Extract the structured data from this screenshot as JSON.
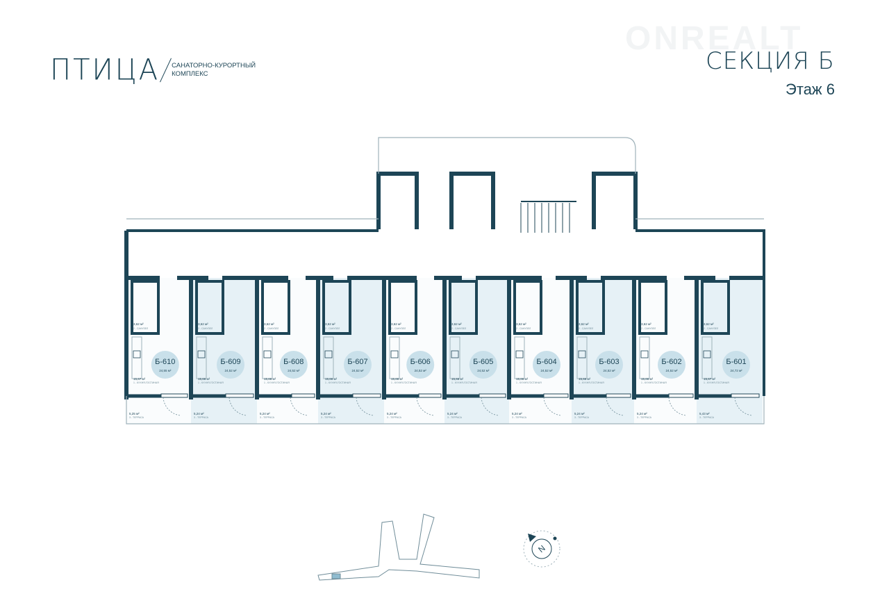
{
  "logo": {
    "wordmark": "ПТИЦА",
    "subtitle_line1": "САНАТОРНО-КУРОРТНЫЙ",
    "subtitle_line2": "КОМПЛЕКС"
  },
  "watermark": "ONREALT",
  "header": {
    "section": "СЕКЦИЯ Б",
    "floor": "Этаж 6"
  },
  "colors": {
    "wall": "#1d4556",
    "highlight": "#e6f1f6",
    "badge": "#c9e0ea"
  },
  "room_labels": {
    "kitchen": "1 - КУХНЯ-ГОСТИНАЯ",
    "bath": "2 - САНУЗЕЛ",
    "terrace": "3 - ТЕРРАСА"
  },
  "units": [
    {
      "id": "Б-610",
      "total": "24,55 м²",
      "kitchen": "15,67 м²",
      "bath": "3,62 м²",
      "terrace": "5,25 м²",
      "highlight": false
    },
    {
      "id": "Б-609",
      "total": "24,52 м²",
      "kitchen": "15,66 м²",
      "bath": "3,62 м²",
      "terrace": "5,24 м²",
      "highlight": true
    },
    {
      "id": "Б-608",
      "total": "24,52 м²",
      "kitchen": "15,66 м²",
      "bath": "3,62 м²",
      "terrace": "5,24 м²",
      "highlight": false
    },
    {
      "id": "Б-607",
      "total": "24,52 м²",
      "kitchen": "15,66 м²",
      "bath": "3,62 м²",
      "terrace": "5,24 м²",
      "highlight": true
    },
    {
      "id": "Б-606",
      "total": "24,52 м²",
      "kitchen": "15,66 м²",
      "bath": "3,62 м²",
      "terrace": "5,24 м²",
      "highlight": false
    },
    {
      "id": "Б-605",
      "total": "24,52 м²",
      "kitchen": "15,66 м²",
      "bath": "3,62 м²",
      "terrace": "5,24 м²",
      "highlight": true
    },
    {
      "id": "Б-604",
      "total": "24,52 м²",
      "kitchen": "15,66 м²",
      "bath": "3,62 м²",
      "terrace": "5,24 м²",
      "highlight": false
    },
    {
      "id": "Б-603",
      "total": "24,52 м²",
      "kitchen": "15,66 м²",
      "bath": "3,62 м²",
      "terrace": "5,24 м²",
      "highlight": true
    },
    {
      "id": "Б-602",
      "total": "24,52 м²",
      "kitchen": "15,66 м²",
      "bath": "3,62 м²",
      "terrace": "5,24 м²",
      "highlight": false
    },
    {
      "id": "Б-601",
      "total": "24,72 м²",
      "kitchen": "15,67 м²",
      "bath": "3,62 м²",
      "terrace": "5,43 м²",
      "highlight": true
    }
  ],
  "compass": {
    "letter": "N"
  }
}
